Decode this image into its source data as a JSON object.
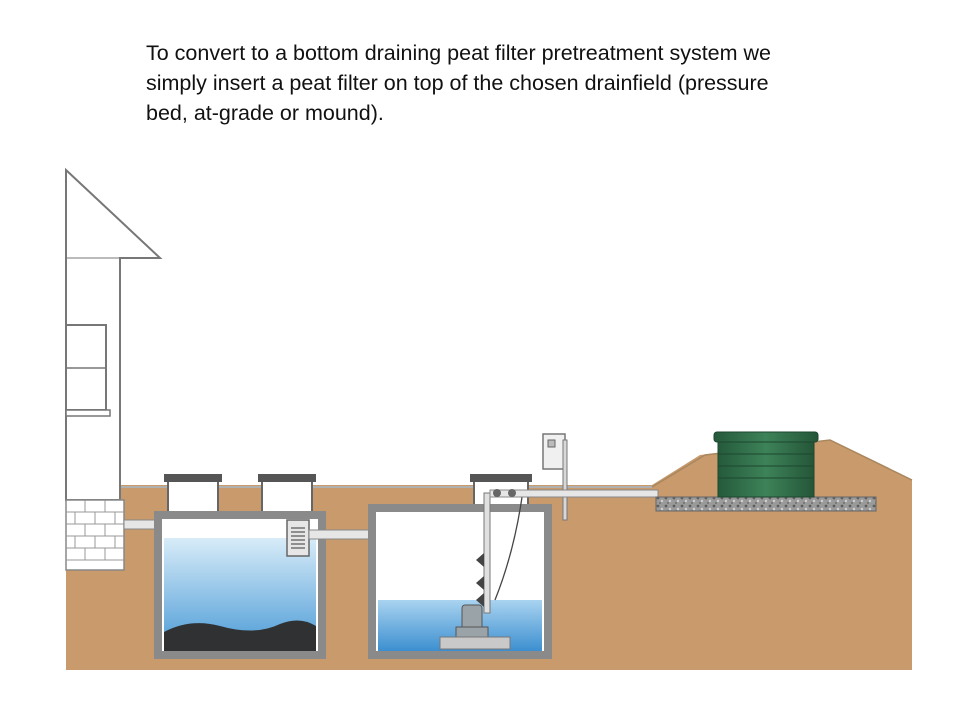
{
  "caption": {
    "line1": "To convert to a bottom draining peat filter pretreatment system we",
    "line2": "simply insert a peat filter on top of the chosen drainfield (pressure",
    "line3": "bed, at-grade or mound)."
  },
  "colors": {
    "soil": "#c89a6c",
    "soil_dark": "#b5855a",
    "water": "#5aa8e0",
    "water_light": "#cfe7f7",
    "sludge": "#2f3133",
    "peat_filter": "#2e6b47",
    "gravel": "#8a8a8a",
    "concrete": "#d9d9d9",
    "outline": "#6e6e6e"
  },
  "icons": [
    "house",
    "septic-tank",
    "pump-tank",
    "control-panel",
    "effluent-pump",
    "peat-filter",
    "drainfield-mound"
  ]
}
